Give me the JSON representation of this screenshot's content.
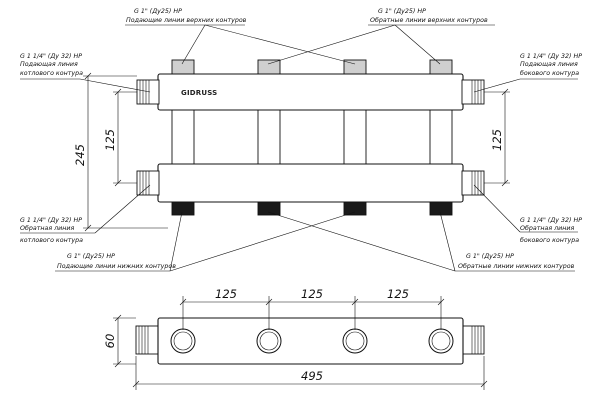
{
  "brand": "GIDRUSS",
  "dimensions": {
    "height": "245",
    "spacing_left": "125",
    "spacing_right": "125",
    "bottom_pitch_1": "125",
    "bottom_pitch_2": "125",
    "bottom_pitch_3": "125",
    "depth": "60",
    "length": "495"
  },
  "labels": {
    "top_left": [
      "G 1\" (Ду25) НР",
      "Подающие линии верхних контуров"
    ],
    "top_right": [
      "G 1\" (Ду25) НР",
      "Обратные линии верхних контуров"
    ],
    "left_upper": [
      "G 1 1/4\" (Ду 32) НР",
      "Подающая линия",
      "котлового контура"
    ],
    "right_upper": [
      "G 1 1/4\" (Ду 32) НР",
      "Подающая линия",
      "бокового контура"
    ],
    "left_lower": [
      "G 1 1/4\" (Ду 32) НР",
      "Обратная линия",
      "котлового контура"
    ],
    "right_lower": [
      "G 1 1/4\" (Ду 32) НР",
      "Обратная линия",
      "бокового контура"
    ],
    "bottom_left": [
      "G 1\" (Ду25) НР",
      "Подающие линии нижних контуров"
    ],
    "bottom_right": [
      "G 1\" (Ду25) НР",
      "Обратные линии нижних контуров"
    ]
  }
}
